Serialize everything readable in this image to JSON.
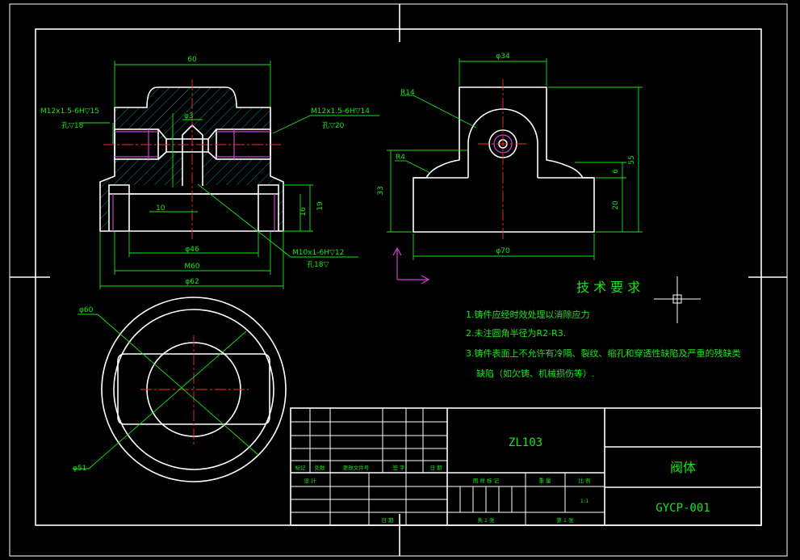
{
  "front_view": {
    "dim_overall_width": "60",
    "callout_left_thread": "M12x1.5-6H▽15",
    "callout_left_hole": "孔▽18",
    "callout_right_thread": "M12x1.5-6H▽14",
    "callout_right_hole": "孔▽20",
    "dim_small_bore": "φ3",
    "dim_10": "10",
    "dim_16": "16",
    "dim_19": "19",
    "dim_46": "φ46",
    "dim_m60": "M60",
    "dim_62": "φ62",
    "callout_bottom_thread": "M10x1-6H▽12",
    "callout_bottom_hole": "孔18▽"
  },
  "side_view": {
    "dim_top": "φ34",
    "dim_r14": "R14",
    "dim_r4": "R4",
    "dim_33": "33",
    "dim_6": "6",
    "dim_55": "55",
    "dim_20": "20",
    "dim_70": "φ70"
  },
  "top_view": {
    "dim_60": "φ60",
    "dim_51": "φ51"
  },
  "tech": {
    "title": "技 术 要 求",
    "line1": "1.铸件应经时效处理以消除应力",
    "line2": "2.未注圆角半径为R2-R3.",
    "line3": "3.铸件表面上不允许有冷隔、裂纹、缩孔和穿透性缺陷及严重的残缺类",
    "line4": "缺陷（如欠铸、机械损伤等）."
  },
  "title_block": {
    "material": "ZL103",
    "part_name": "阀体",
    "drawing_no": "GYCP-001",
    "h_mark": "标记",
    "h_count": "处数",
    "h_doc": "更改文件号",
    "h_sign": "签 字",
    "h_date": "日 期",
    "h_design": "设 计",
    "h_date2": "日 期",
    "h_stage": "图 样 标 记",
    "h_weight": "重 量",
    "h_scale": "比 例",
    "scale_val": "1:1",
    "sheets_total": "共  1  张",
    "sheet_no": "第  1  张"
  },
  "colors": {
    "background": "#000000",
    "outline": "#ffffff",
    "dimension": "#19e619",
    "centerline": "#ff2a2a",
    "hatch": "#00c8c8",
    "thread": "#d040d0"
  }
}
